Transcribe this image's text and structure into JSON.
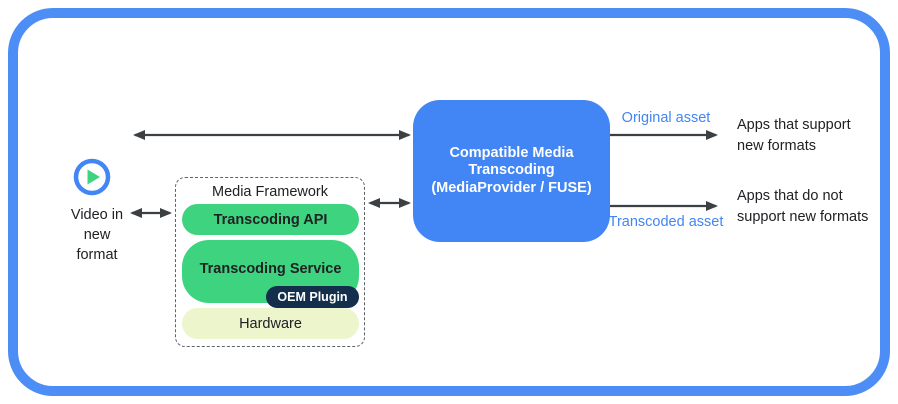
{
  "source": {
    "icon": "play-icon",
    "label": "Video in\nnew\nformat"
  },
  "framework": {
    "title": "Media Framework",
    "api_label": "Transcoding API",
    "service_label": "Transcoding Service",
    "oem_label": "OEM Plugin",
    "hardware_label": "Hardware"
  },
  "transcoder": {
    "title": "Compatible Media\nTranscoding\n(MediaProvider / FUSE)"
  },
  "outputs": {
    "original": {
      "label": "Original asset",
      "target": "Apps that support\nnew formats"
    },
    "transcoded": {
      "label": "Transcoded asset",
      "target": "Apps that do not\nsupport new formats"
    }
  },
  "colors": {
    "accent_blue": "#4285F4",
    "border_blue": "#4C8DF6",
    "green": "#3ED47F",
    "navy": "#132F4B",
    "cream": "#EDF5CD",
    "arrow_gray": "#3C4043",
    "text_dark": "#202124",
    "dash_gray": "#5F6368"
  }
}
